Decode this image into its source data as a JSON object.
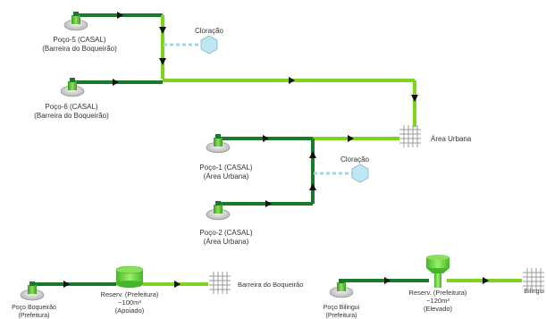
{
  "colors": {
    "pipe_dark": "#1a7a2c",
    "pipe_light": "#7ed321",
    "chlorine_line": "#9fd8ec",
    "chlorine_fill": "#bfe6f3",
    "well_green": "#6cc03a",
    "reservoir_green": "#5fd136",
    "grid": "#9a9a9a",
    "arrow": "#111111"
  },
  "wells": {
    "poco5": {
      "name": "Poço-5 (CASAL)",
      "location": "(Barreira do Boqueirão)"
    },
    "poco6": {
      "name": "Poço-6 (CASAL)",
      "location": "(Barreira do Boqueirão)"
    },
    "poco1": {
      "name": "Poço-1 (CASAL)",
      "location": "(Área Urbana)"
    },
    "poco2": {
      "name": "Poço-2 (CASAL)",
      "location": "(Área Urbana)"
    },
    "boqueirao": {
      "name": "Poço Boqueirão",
      "location": "(Prefeitura)"
    },
    "bilingui": {
      "name": "Poço Bilingui",
      "location": "(Prefeitura)"
    }
  },
  "chlorination": {
    "top": "Cloração",
    "middle": "Cloração"
  },
  "destinations": {
    "area_urbana": "Área Urbana",
    "barreira": "Barreira do Boqueirão",
    "bilingui": "Bilingui"
  },
  "reservoirs": {
    "apoiado": {
      "name": "Reserv. (Prefeitura)",
      "volume": "~100m³",
      "type": "(Apoiado)"
    },
    "elevado": {
      "name": "Reserv. (Prefeitura)",
      "volume": "~120m³",
      "type": "(Elevado)"
    }
  }
}
